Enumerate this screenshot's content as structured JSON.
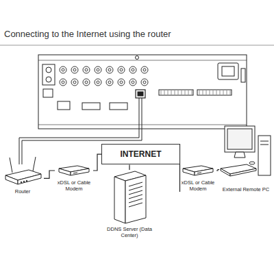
{
  "diagram": {
    "title": "Connecting to the Internet using the router",
    "nodes": [
      {
        "text": [
          "Router"
        ]
      },
      {
        "text": [
          "xDSL or Cable Modem"
        ]
      },
      {
        "text": [
          "INTERNET"
        ]
      },
      {
        "text": [
          "DDNS Server (Data Center)"
        ]
      },
      {
        "text": [
          "xDSL or Cable Modem"
        ]
      },
      {
        "text": [
          "External Remote PC"
        ]
      }
    ],
    "edges": [
      {
        "from": 0,
        "to": 1,
        "arrow": "none"
      },
      {
        "from": 1,
        "to": 2,
        "arrow": "none"
      },
      {
        "from": 2,
        "to": 4,
        "arrow": "none"
      },
      {
        "from": 4,
        "to": 5,
        "arrow": "none"
      },
      {
        "from": 2,
        "to": 3,
        "arrow": "none"
      }
    ]
  }
}
